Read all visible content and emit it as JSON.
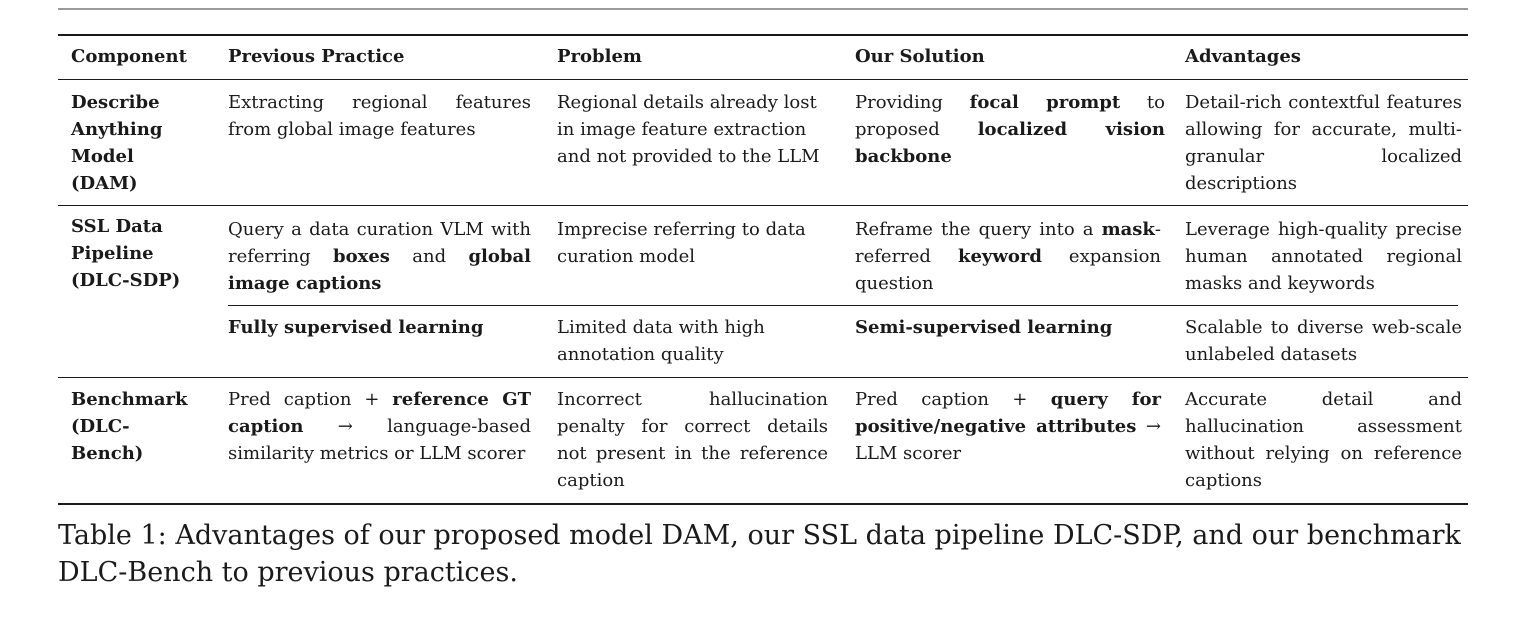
{
  "table": {
    "headers": [
      "Component",
      "Previous Practice",
      "Problem",
      "Our Solution",
      "Advantages"
    ],
    "rows": [
      {
        "component": "Describe\nAnything\nModel\n(DAM)",
        "previous": [
          {
            "t": "Extracting regional features from global image features"
          }
        ],
        "problem": [
          {
            "t": "Regional details already lost in image feature extraction and not provided to the LLM"
          }
        ],
        "solution": [
          {
            "t": "Providing "
          },
          {
            "t": "focal prompt",
            "b": true
          },
          {
            "t": " to proposed "
          },
          {
            "t": "localized vision backbone",
            "b": true
          }
        ],
        "advantages": [
          {
            "t": "Detail-rich contextful features allowing for accurate, multi-granular localized descriptions"
          }
        ]
      },
      {
        "component": "SSL Data\nPipeline\n(DLC-SDP)",
        "previous": [
          {
            "t": "Query a data curation VLM with referring "
          },
          {
            "t": "boxes",
            "b": true
          },
          {
            "t": " and "
          },
          {
            "t": "global image captions",
            "b": true
          }
        ],
        "problem": [
          {
            "t": "Imprecise referring to data curation model"
          }
        ],
        "solution": [
          {
            "t": "Reframe the query into a "
          },
          {
            "t": "mask",
            "b": true
          },
          {
            "t": "-referred "
          },
          {
            "t": "keyword",
            "b": true
          },
          {
            "t": " expansion question"
          }
        ],
        "advantages": [
          {
            "t": "Leverage high-quality precise human annotated regional masks and keywords"
          }
        ]
      },
      {
        "component": "",
        "previous": [
          {
            "t": "Fully supervised learning",
            "b": true
          }
        ],
        "problem": [
          {
            "t": "Limited data with high annotation quality"
          }
        ],
        "solution": [
          {
            "t": "Semi-supervised learning",
            "b": true
          }
        ],
        "advantages": [
          {
            "t": "Scalable to diverse web-scale unlabeled datasets"
          }
        ]
      },
      {
        "component": "Benchmark\n(DLC-\nBench)",
        "previous": [
          {
            "t": "Pred caption + "
          },
          {
            "t": "reference GT caption",
            "b": true
          },
          {
            "t": " → language-based similarity metrics or LLM scorer"
          }
        ],
        "problem": [
          {
            "t": "Incorrect hallucination penalty for correct details not present in the reference caption"
          }
        ],
        "solution": [
          {
            "t": "Pred caption + "
          },
          {
            "t": "query for positive/negative attributes",
            "b": true
          },
          {
            "t": " → LLM scorer"
          }
        ],
        "advantages": [
          {
            "t": "Accurate detail and hallucination assessment without relying on reference captions"
          }
        ]
      }
    ]
  },
  "caption": "Table 1: Advantages of our proposed model DAM, our SSL data pipeline DLC-SDP, and our benchmark DLC-Bench to previous practices."
}
